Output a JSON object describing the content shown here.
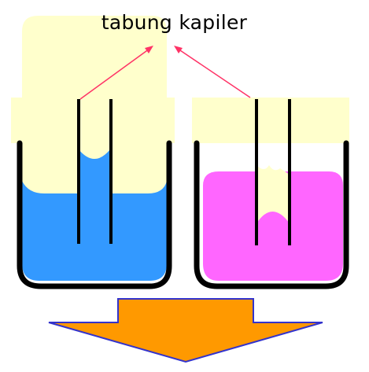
{
  "caption": "tabung kapiler",
  "colors": {
    "glass": "#ffffcc",
    "water": "#3399ff",
    "mercury": "#ff66ff",
    "arrow": "#ff9900",
    "pointer": "#ff3366",
    "outline": "#000000"
  },
  "elements": [
    {
      "name": "left-beaker",
      "liquid": "water",
      "meniscus": "concave"
    },
    {
      "name": "right-beaker",
      "liquid": "mercury",
      "meniscus": "convex"
    }
  ]
}
